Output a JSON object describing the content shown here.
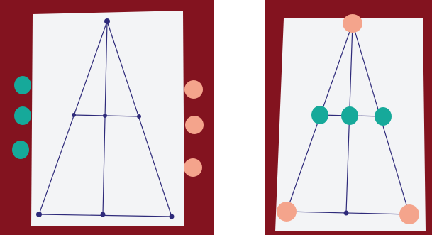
{
  "scene": {
    "description_left": "",
    "description_right": ""
  },
  "colors": {
    "tablecloth": "#8e1623",
    "tablecloth_dark": "#6f0f1a",
    "paper": "#f3f4f6",
    "ink": "#2e2a7a",
    "teal_counter": "#16a99a",
    "pink_counter": "#f4a48c"
  },
  "left_photo": {
    "counters_teal_count": 3,
    "counters_pink_count": 3,
    "nodes_on_paper": 7
  },
  "right_photo": {
    "counters_teal_on_board": 3,
    "counters_pink_on_board": 3,
    "empty_nodes": 1
  }
}
